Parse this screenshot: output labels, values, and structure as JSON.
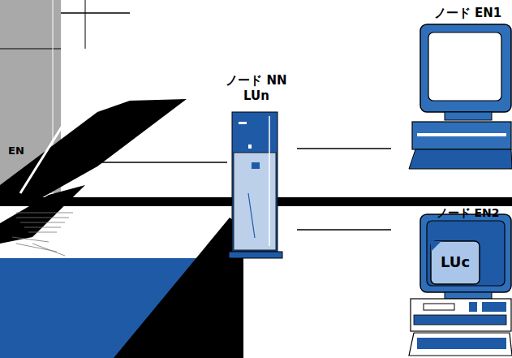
{
  "diagram": {
    "nodes": [
      {
        "text": [
          "ノード NN",
          "LUn"
        ]
      },
      {
        "text": [
          "ノード EN1"
        ]
      },
      {
        "text": [
          "ノード EN2"
        ]
      },
      {
        "text": [
          "LUc"
        ],
        "in": 2
      }
    ],
    "edges": [
      {
        "from": 0,
        "to": 1,
        "arrow": "none"
      },
      {
        "from": 0,
        "to": 2,
        "arrow": "none"
      }
    ],
    "labels": [
      "EN"
    ]
  }
}
